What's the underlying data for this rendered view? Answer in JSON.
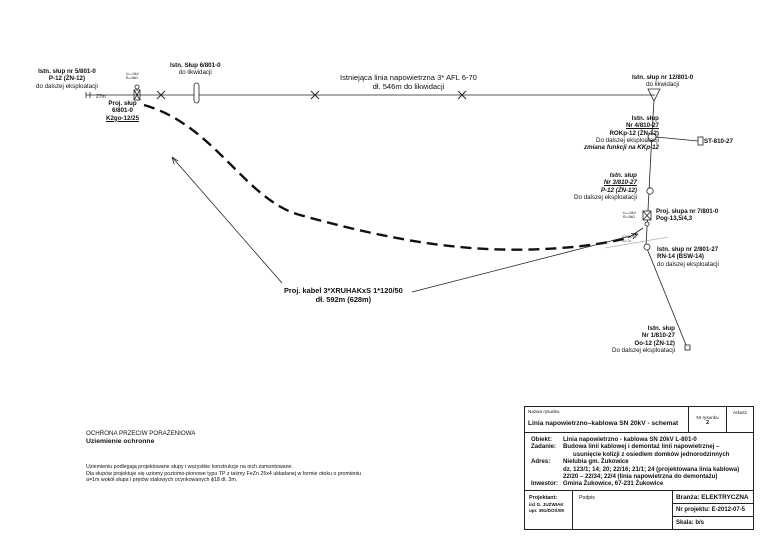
{
  "labels": {
    "pole5": [
      "Istn. słup nr 5/801-0",
      "P-12 (ŻN-12)",
      "do dalszej eksploatacji"
    ],
    "pole6": [
      "Proj. słup",
      "6/801-0",
      "K2go-12/25"
    ],
    "pole6old": [
      "Istn. Słup 6/801-0",
      "do likwidacji"
    ],
    "existing_line": [
      "Istniejąca linia napowietrzna 3* AFL 6-70",
      "dł. 546m do likwidacji"
    ],
    "pole12": [
      "Istn. słup nr 12/801-0",
      "do likwidacji"
    ],
    "pole4": [
      "Istn. słup",
      "Nr 4/810-27",
      "ROKp-12 (ŻN-12)",
      "Do dalszej eksploatacji",
      "zmiana  funkcji na KKp-12"
    ],
    "st": "ST-810-27",
    "pole3": [
      "Istn. słup",
      "Nr 3/810-27",
      "P-12 (ŻN-12)",
      "Do dalszej eksploatacji"
    ],
    "pole7": [
      "Proj. słupa nr 7/801-0",
      "Pog-13,5/4,3"
    ],
    "pole2": [
      "Istn. słup nr 2/801-27",
      "RN-14 (BSW-14)",
      "do dalszej eksploatacji"
    ],
    "pole1": [
      "Istn. słup",
      "Nr 1/810-27",
      "Oo-12 (ŻN-12)",
      "Do dalszej eksploatacji"
    ],
    "cable": [
      "Proj. kabel 3*XRUHAKxS 1*120/50",
      "dł. 592m (628m)"
    ],
    "span27": "27m",
    "tiny_a": [
      "Uₒₒ=0kV",
      "Rₐ=0kΩ"
    ],
    "tiny_b": [
      "Uₒₒ=0kV",
      "Rₐ=0kΩ"
    ],
    "tiny_c": [
      "KSZ-1/40",
      "AA-2x..."
    ]
  },
  "notes": {
    "heading1": "OCHRONA PRZECIW PORAŻENIOWA",
    "heading2": "Uziemienie ochronne",
    "text1": "Uziemieniu podlegają projektowane słupy i wszystkie konstrukcje na nich zamontowane.",
    "text2": "Dla słupów projektuje się uziomy poziomo-pionowe  typu TP  z taśmy FeZn 25x4 układanej  w formie otoku o promieniu",
    "text3": "a=1m wokół słupa i prętów stalowych ocynkowanych ϕ18 dł. 3m."
  },
  "title_block": {
    "name_label": "Nazwa  rysunku",
    "name": "Linia napowietrzno–kablowa SN 20kV - schemat",
    "nr_label": "Nr rysunku",
    "nr": "2",
    "sheet_label": "Arkusz",
    "rows": [
      {
        "k": "Obiekt:",
        "v": "Linia napowietrzno - kablowa SN 20kV  L-801-0"
      },
      {
        "k": "Zadanie:",
        "v": "Budowa linii kablowej i demontaż linii napowietrznej  –"
      },
      {
        "k": "",
        "v": "usunięcie kolizji z osiedlem domków jednorodzinnych"
      },
      {
        "k": "Adres:",
        "v": "Nielubia gm. Żukowice"
      },
      {
        "k": "",
        "v": "dz. 123/1; 14; 20; 22/16; 21/1; 24 (projektowana linia kablowa)"
      },
      {
        "k": "",
        "v": "22/20 – 22/34; 22/4 (linia napowietrzna do demontażu)"
      },
      {
        "k": "Inwestor:",
        "v": "Gmina Żukowice, 67-231 Żukowice"
      }
    ],
    "designer_label": "Projektant:",
    "designer": [
      "inż G. JUŹWIAK",
      "upr. 391/DOŚ/09"
    ],
    "signature_label": "Podpis",
    "branch": "Branża: ELEKTRYCZNA",
    "project": "Nr projektu: E-2012-07-5",
    "scale": "Skala:  b/s"
  }
}
